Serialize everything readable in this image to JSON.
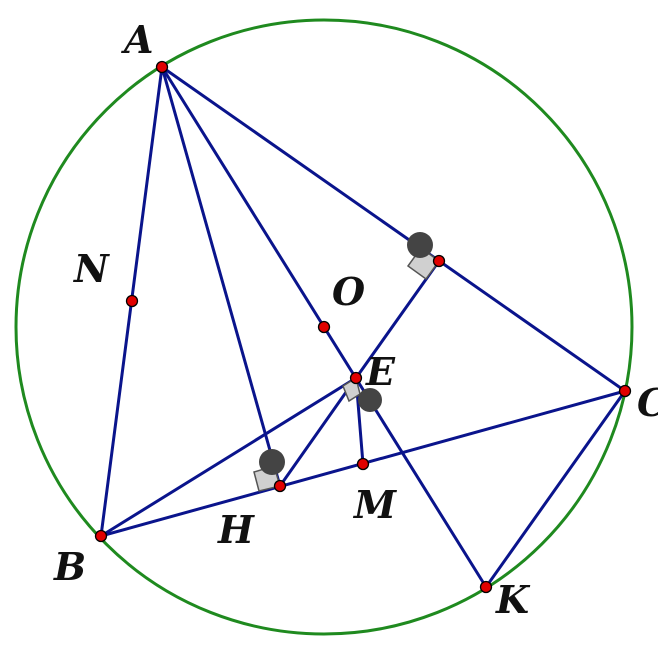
{
  "points": {
    "A": "A",
    "N": "N",
    "O": "O",
    "E": "E",
    "C": "C",
    "H": "H",
    "M": "M",
    "B": "B",
    "K": "K"
  },
  "colors": {
    "segment": "#0a148c",
    "circle": "#1f8a1f",
    "point": "#e00000",
    "label": "#111111"
  }
}
